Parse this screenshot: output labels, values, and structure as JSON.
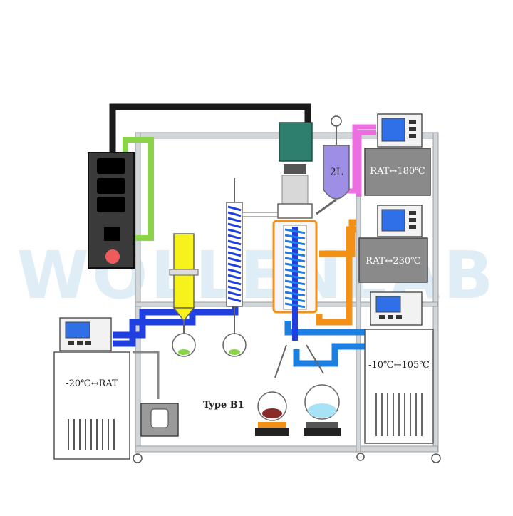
{
  "watermark": "WOLLENLAB",
  "labels": {
    "chiller": "-20℃↔RAT",
    "flask_volume": "2L",
    "upper_heater": "RAT↔180℃",
    "middle_heater": "RAT↔230℃",
    "circulator": "-10℃↔105℃",
    "model": "Type B1"
  },
  "colors": {
    "frame": "#c9cdd1",
    "vacuum_line": "#1a1a1a",
    "pump_line": "#8ad44a",
    "cold_line": "#1f3fe0",
    "hot_line": "#f39016",
    "feed_line": "#ec6ee0",
    "circ_line": "#1c7fe0",
    "cold_trap": "#f7f21c",
    "purple_flask": "#9e8ee6",
    "display_screen": "#2f6fe8",
    "heater_body": "#8a8a8a",
    "indicator": "#f05a5a"
  }
}
